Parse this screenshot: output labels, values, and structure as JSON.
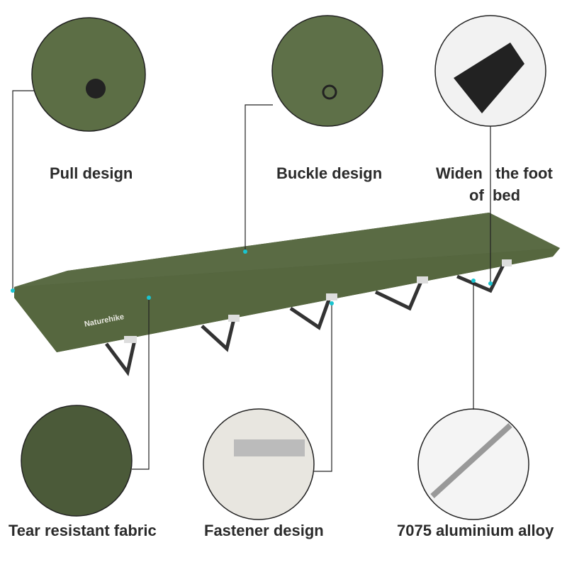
{
  "labels": {
    "pull": "Pull design",
    "buckle": "Buckle design",
    "widen_line1": "Widen   the foot",
    "widen_line2": "of  bed",
    "fabric": "Tear resistant fabric",
    "fastener": "Fastener design",
    "alloy": "7075 aluminium alloy"
  },
  "brand": "Naturehike",
  "colors": {
    "fabric": "#4b5a39",
    "leader": "#222222",
    "dot": "#19c4d0"
  }
}
